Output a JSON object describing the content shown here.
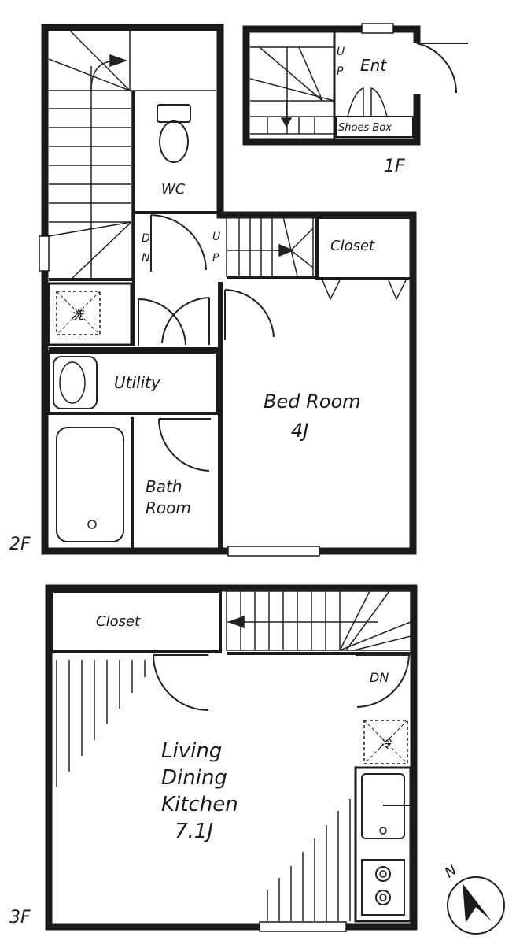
{
  "floors": {
    "f1": {
      "label": "1F",
      "rooms": {
        "entrance": "Ent",
        "shoes_box": "Shoes Box"
      },
      "stair_mark": "U\nP"
    },
    "f2": {
      "label": "2F",
      "rooms": {
        "wc": "WC",
        "closet": "Closet",
        "bedroom_name": "Bed Room",
        "bedroom_size": "4J",
        "utility": "Utility",
        "bath_line1": "Bath",
        "bath_line2": "Room",
        "washer": "洗"
      },
      "stair_down": "D\nN",
      "stair_up": "U\nP"
    },
    "f3": {
      "label": "3F",
      "rooms": {
        "closet": "Closet",
        "ldk_line1": "Living",
        "ldk_line2": "Dining",
        "ldk_line3": "Kitchen",
        "ldk_size": "7.1J",
        "fridge": "冷"
      },
      "stair_down": "DN"
    }
  },
  "compass": {
    "letter": "N"
  },
  "colors": {
    "wall": "#1a1a1a",
    "line": "#222222",
    "paper": "#ffffff"
  }
}
